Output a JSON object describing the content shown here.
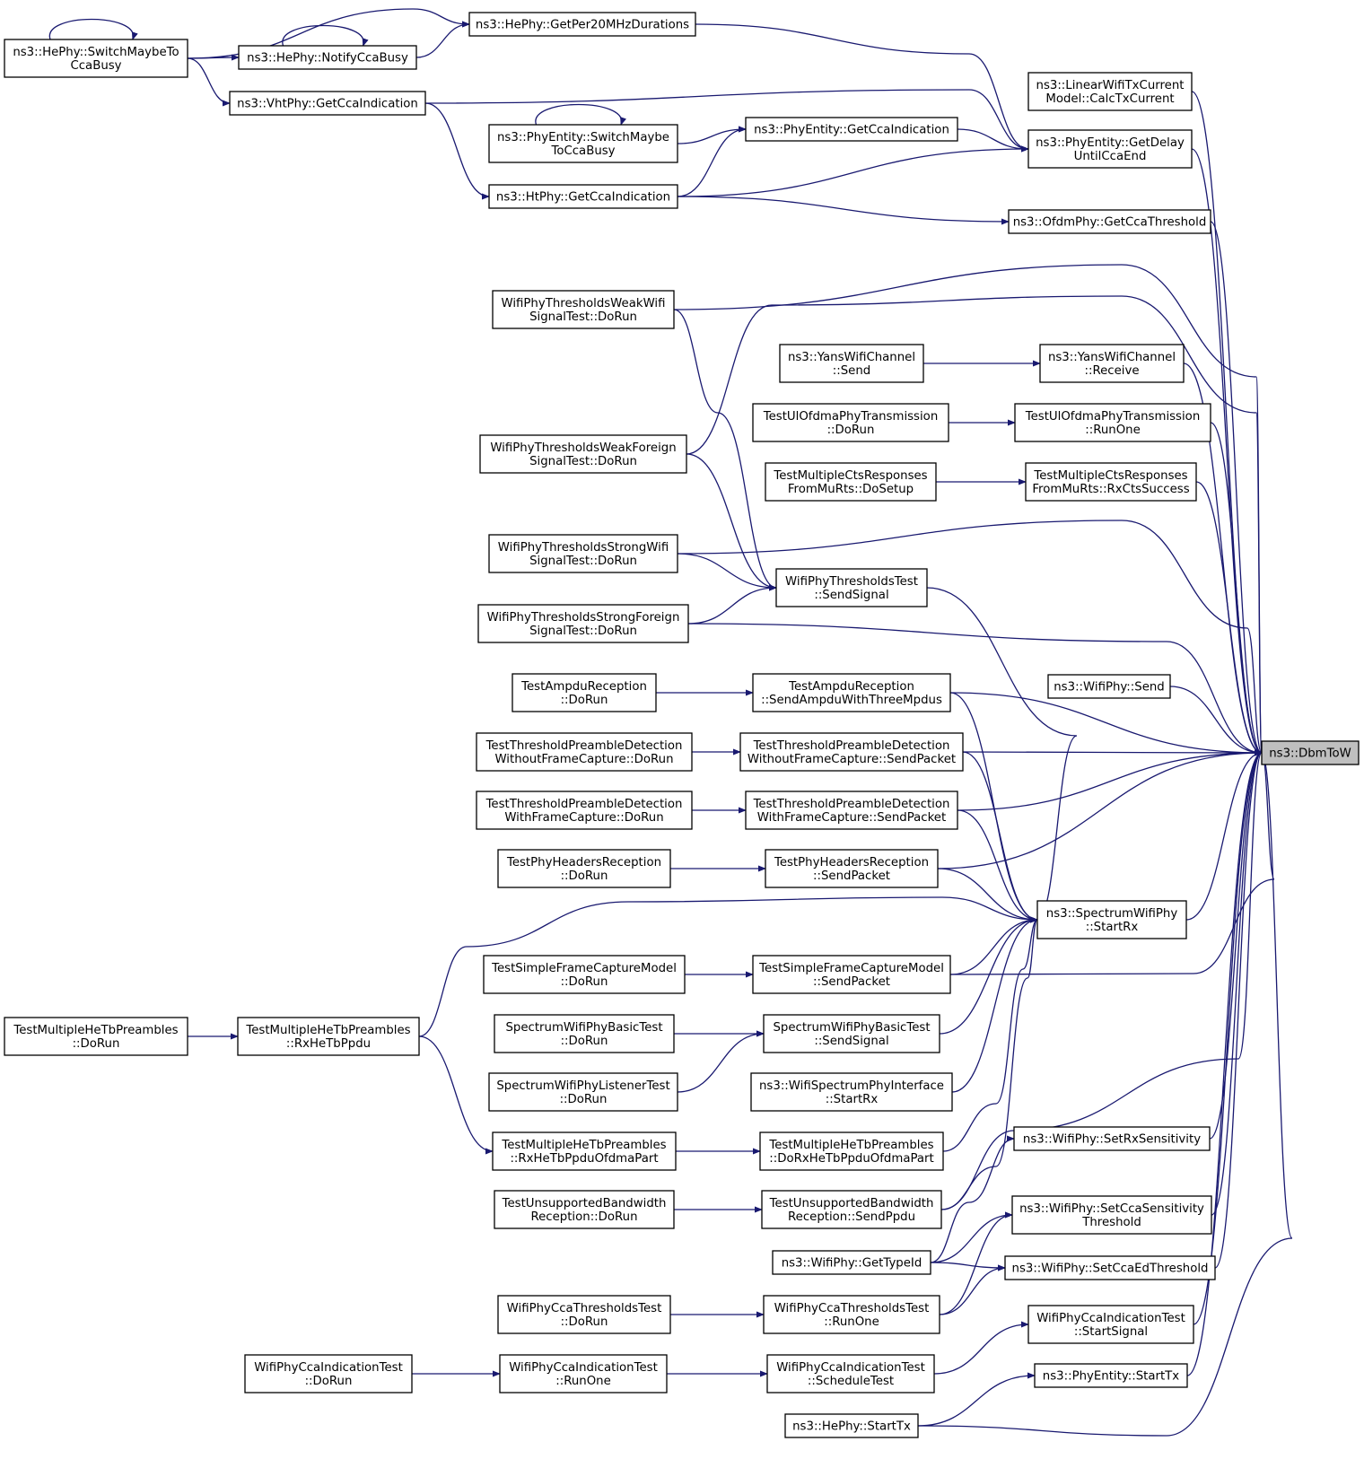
{
  "target": "ns3::DbmToW",
  "nodes": [
    {
      "id": "dbmtow",
      "lines": [
        "ns3::DbmToW"
      ],
      "target": true
    },
    {
      "id": "hephy-switch",
      "lines": [
        "ns3::HePhy::SwitchMaybeTo",
        "CcaBusy"
      ]
    },
    {
      "id": "hephy-per20",
      "lines": [
        "ns3::HePhy::GetPer20MHzDurations"
      ]
    },
    {
      "id": "hephy-notify",
      "lines": [
        "ns3::HePhy::NotifyCcaBusy"
      ]
    },
    {
      "id": "vhtphy-getcca",
      "lines": [
        "ns3::VhtPhy::GetCcaIndication"
      ]
    },
    {
      "id": "linear-calc",
      "lines": [
        "ns3::LinearWifiTxCurrent",
        "Model::CalcTxCurrent"
      ]
    },
    {
      "id": "phyentity-switch",
      "lines": [
        "ns3::PhyEntity::SwitchMaybe",
        "ToCcaBusy"
      ]
    },
    {
      "id": "phyentity-getcca",
      "lines": [
        "ns3::PhyEntity::GetCcaIndication"
      ]
    },
    {
      "id": "phyentity-delay",
      "lines": [
        "ns3::PhyEntity::GetDelay",
        "UntilCcaEnd"
      ]
    },
    {
      "id": "htphy-getcca",
      "lines": [
        "ns3::HtPhy::GetCcaIndication"
      ]
    },
    {
      "id": "ofdm-thresh",
      "lines": [
        "ns3::OfdmPhy::GetCcaThreshold"
      ]
    },
    {
      "id": "weakwifi",
      "lines": [
        "WifiPhyThresholdsWeakWifi",
        "SignalTest::DoRun"
      ]
    },
    {
      "id": "yans-send",
      "lines": [
        "ns3::YansWifiChannel",
        "::Send"
      ]
    },
    {
      "id": "yans-receive",
      "lines": [
        "ns3::YansWifiChannel",
        "::Receive"
      ]
    },
    {
      "id": "ulofdma-dorun",
      "lines": [
        "TestUlOfdmaPhyTransmission",
        "::DoRun"
      ]
    },
    {
      "id": "ulofdma-runone",
      "lines": [
        "TestUlOfdmaPhyTransmission",
        "::RunOne"
      ]
    },
    {
      "id": "cts-dosetup",
      "lines": [
        "TestMultipleCtsResponses",
        "FromMuRts::DoSetup"
      ]
    },
    {
      "id": "cts-success",
      "lines": [
        "TestMultipleCtsResponses",
        "FromMuRts::RxCtsSuccess"
      ]
    },
    {
      "id": "weakforeign",
      "lines": [
        "WifiPhyThresholdsWeakForeign",
        "SignalTest::DoRun"
      ]
    },
    {
      "id": "strongwifi",
      "lines": [
        "WifiPhyThresholdsStrongWifi",
        "SignalTest::DoRun"
      ]
    },
    {
      "id": "thresholds-send",
      "lines": [
        "WifiPhyThresholdsTest",
        "::SendSignal"
      ]
    },
    {
      "id": "strongforeign",
      "lines": [
        "WifiPhyThresholdsStrongForeign",
        "SignalTest::DoRun"
      ]
    },
    {
      "id": "ampdu-dorun",
      "lines": [
        "TestAmpduReception",
        "::DoRun"
      ]
    },
    {
      "id": "ampdu-send",
      "lines": [
        "TestAmpduReception",
        "::SendAmpduWithThreeMpdus"
      ]
    },
    {
      "id": "wifiphy-send",
      "lines": [
        "ns3::WifiPhy::Send"
      ]
    },
    {
      "id": "tpd-wo-dorun",
      "lines": [
        "TestThresholdPreambleDetection",
        "WithoutFrameCapture::DoRun"
      ]
    },
    {
      "id": "tpd-wo-send",
      "lines": [
        "TestThresholdPreambleDetection",
        "WithoutFrameCapture::SendPacket"
      ]
    },
    {
      "id": "tpd-w-dorun",
      "lines": [
        "TestThresholdPreambleDetection",
        "WithFrameCapture::DoRun"
      ]
    },
    {
      "id": "tpd-w-send",
      "lines": [
        "TestThresholdPreambleDetection",
        "WithFrameCapture::SendPacket"
      ]
    },
    {
      "id": "headers-dorun",
      "lines": [
        "TestPhyHeadersReception",
        "::DoRun"
      ]
    },
    {
      "id": "headers-send",
      "lines": [
        "TestPhyHeadersReception",
        "::SendPacket"
      ]
    },
    {
      "id": "spectrum-startrx",
      "lines": [
        "ns3::SpectrumWifiPhy",
        "::StartRx"
      ]
    },
    {
      "id": "mhtb-dorun",
      "lines": [
        "TestMultipleHeTbPreambles",
        "::DoRun"
      ]
    },
    {
      "id": "mhtb-rx",
      "lines": [
        "TestMultipleHeTbPreambles",
        "::RxHeTbPpdu"
      ]
    },
    {
      "id": "sfcm-dorun",
      "lines": [
        "TestSimpleFrameCaptureModel",
        "::DoRun"
      ]
    },
    {
      "id": "sfcm-send",
      "lines": [
        "TestSimpleFrameCaptureModel",
        "::SendPacket"
      ]
    },
    {
      "id": "basic-dorun",
      "lines": [
        "SpectrumWifiPhyBasicTest",
        "::DoRun"
      ]
    },
    {
      "id": "basic-send",
      "lines": [
        "SpectrumWifiPhyBasicTest",
        "::SendSignal"
      ]
    },
    {
      "id": "listener-dorun",
      "lines": [
        "SpectrumWifiPhyListenerTest",
        "::DoRun"
      ]
    },
    {
      "id": "wsi-startrx",
      "lines": [
        "ns3::WifiSpectrumPhyInterface",
        "::StartRx"
      ]
    },
    {
      "id": "setrxsens",
      "lines": [
        "ns3::WifiPhy::SetRxSensitivity"
      ]
    },
    {
      "id": "mhtb-ofdma",
      "lines": [
        "TestMultipleHeTbPreambles",
        "::RxHeTbPpduOfdmaPart"
      ]
    },
    {
      "id": "mhtb-doofdma",
      "lines": [
        "TestMultipleHeTbPreambles",
        "::DoRxHeTbPpduOfdmaPart"
      ]
    },
    {
      "id": "ub-dorun",
      "lines": [
        "TestUnsupportedBandwidth",
        "Reception::DoRun"
      ]
    },
    {
      "id": "ub-send",
      "lines": [
        "TestUnsupportedBandwidth",
        "Reception::SendPpdu"
      ]
    },
    {
      "id": "setccasens",
      "lines": [
        "ns3::WifiPhy::SetCcaSensitivity",
        "Threshold"
      ]
    },
    {
      "id": "gettypeid",
      "lines": [
        "ns3::WifiPhy::GetTypeId"
      ]
    },
    {
      "id": "setccaed",
      "lines": [
        "ns3::WifiPhy::SetCcaEdThreshold"
      ]
    },
    {
      "id": "ccath-dorun",
      "lines": [
        "WifiPhyCcaThresholdsTest",
        "::DoRun"
      ]
    },
    {
      "id": "ccath-runone",
      "lines": [
        "WifiPhyCcaThresholdsTest",
        "::RunOne"
      ]
    },
    {
      "id": "ccaind-startsignal",
      "lines": [
        "WifiPhyCcaIndicationTest",
        "::StartSignal"
      ]
    },
    {
      "id": "ccaind-dorun",
      "lines": [
        "WifiPhyCcaIndicationTest",
        "::DoRun"
      ]
    },
    {
      "id": "ccaind-runone",
      "lines": [
        "WifiPhyCcaIndicationTest",
        "::RunOne"
      ]
    },
    {
      "id": "ccaind-schedule",
      "lines": [
        "WifiPhyCcaIndicationTest",
        "::ScheduleTest"
      ]
    },
    {
      "id": "phyentity-starttx",
      "lines": [
        "ns3::PhyEntity::StartTx"
      ]
    },
    {
      "id": "hephy-starttx",
      "lines": [
        "ns3::HePhy::StartTx"
      ]
    }
  ],
  "edges": [
    [
      "hephy-switch",
      "hephy-switch"
    ],
    [
      "hephy-switch",
      "hephy-notify"
    ],
    [
      "hephy-switch",
      "hephy-per20"
    ],
    [
      "hephy-switch",
      "vhtphy-getcca"
    ],
    [
      "hephy-notify",
      "hephy-notify"
    ],
    [
      "hephy-notify",
      "hephy-per20"
    ],
    [
      "hephy-per20",
      "phyentity-delay"
    ],
    [
      "vhtphy-getcca",
      "phyentity-delay"
    ],
    [
      "vhtphy-getcca",
      "htphy-getcca"
    ],
    [
      "phyentity-switch",
      "phyentity-switch"
    ],
    [
      "phyentity-switch",
      "phyentity-getcca"
    ],
    [
      "phyentity-getcca",
      "phyentity-delay"
    ],
    [
      "htphy-getcca",
      "phyentity-getcca"
    ],
    [
      "htphy-getcca",
      "phyentity-delay"
    ],
    [
      "htphy-getcca",
      "ofdm-thresh"
    ],
    [
      "linear-calc",
      "dbmtow"
    ],
    [
      "phyentity-delay",
      "dbmtow"
    ],
    [
      "ofdm-thresh",
      "dbmtow"
    ],
    [
      "weakwifi",
      "dbmtow"
    ],
    [
      "weakwifi",
      "thresholds-send"
    ],
    [
      "weakforeign",
      "dbmtow"
    ],
    [
      "weakforeign",
      "thresholds-send"
    ],
    [
      "yans-send",
      "yans-receive"
    ],
    [
      "yans-receive",
      "dbmtow"
    ],
    [
      "ulofdma-dorun",
      "ulofdma-runone"
    ],
    [
      "ulofdma-runone",
      "dbmtow"
    ],
    [
      "cts-dosetup",
      "cts-success"
    ],
    [
      "cts-success",
      "dbmtow"
    ],
    [
      "strongwifi",
      "dbmtow"
    ],
    [
      "strongwifi",
      "thresholds-send"
    ],
    [
      "strongforeign",
      "thresholds-send"
    ],
    [
      "strongforeign",
      "dbmtow"
    ],
    [
      "thresholds-send",
      "spectrum-startrx"
    ],
    [
      "ampdu-dorun",
      "ampdu-send"
    ],
    [
      "ampdu-send",
      "dbmtow"
    ],
    [
      "ampdu-send",
      "spectrum-startrx"
    ],
    [
      "wifiphy-send",
      "dbmtow"
    ],
    [
      "tpd-wo-dorun",
      "tpd-wo-send"
    ],
    [
      "tpd-wo-send",
      "dbmtow"
    ],
    [
      "tpd-wo-send",
      "spectrum-startrx"
    ],
    [
      "tpd-w-dorun",
      "tpd-w-send"
    ],
    [
      "tpd-w-send",
      "dbmtow"
    ],
    [
      "tpd-w-send",
      "spectrum-startrx"
    ],
    [
      "headers-dorun",
      "headers-send"
    ],
    [
      "headers-send",
      "dbmtow"
    ],
    [
      "headers-send",
      "spectrum-startrx"
    ],
    [
      "spectrum-startrx",
      "dbmtow"
    ],
    [
      "mhtb-dorun",
      "mhtb-rx"
    ],
    [
      "mhtb-rx",
      "spectrum-startrx"
    ],
    [
      "mhtb-rx",
      "mhtb-ofdma"
    ],
    [
      "sfcm-dorun",
      "sfcm-send"
    ],
    [
      "sfcm-send",
      "spectrum-startrx"
    ],
    [
      "sfcm-send",
      "dbmtow"
    ],
    [
      "basic-dorun",
      "basic-send"
    ],
    [
      "basic-send",
      "spectrum-startrx"
    ],
    [
      "listener-dorun",
      "basic-send"
    ],
    [
      "wsi-startrx",
      "spectrum-startrx"
    ],
    [
      "mhtb-ofdma",
      "mhtb-doofdma"
    ],
    [
      "mhtb-doofdma",
      "spectrum-startrx"
    ],
    [
      "ub-dorun",
      "ub-send"
    ],
    [
      "ub-send",
      "spectrum-startrx"
    ],
    [
      "ub-send",
      "dbmtow"
    ],
    [
      "setrxsens",
      "dbmtow"
    ],
    [
      "gettypeid",
      "setrxsens"
    ],
    [
      "gettypeid",
      "setccasens"
    ],
    [
      "gettypeid",
      "setccaed"
    ],
    [
      "setccasens",
      "dbmtow"
    ],
    [
      "setccaed",
      "dbmtow"
    ],
    [
      "ccath-dorun",
      "ccath-runone"
    ],
    [
      "ccath-runone",
      "setccasens"
    ],
    [
      "ccath-runone",
      "setccaed"
    ],
    [
      "ccaind-startsignal",
      "dbmtow"
    ],
    [
      "ccaind-dorun",
      "ccaind-runone"
    ],
    [
      "ccaind-runone",
      "ccaind-schedule"
    ],
    [
      "ccaind-schedule",
      "ccaind-startsignal"
    ],
    [
      "phyentity-starttx",
      "dbmtow"
    ],
    [
      "hephy-starttx",
      "phyentity-starttx"
    ],
    [
      "hephy-starttx",
      "dbmtow"
    ]
  ]
}
